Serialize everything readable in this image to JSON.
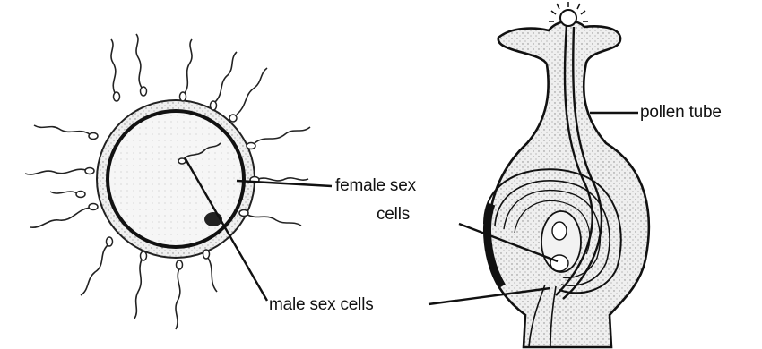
{
  "labels": {
    "pollen_tube": "pollen tube",
    "female_line1": "female sex",
    "female_line2": "cells",
    "male": "male sex cells"
  },
  "colors": {
    "ink": "#111111",
    "stipple": "#d9d9d9",
    "background": "#ffffff"
  }
}
